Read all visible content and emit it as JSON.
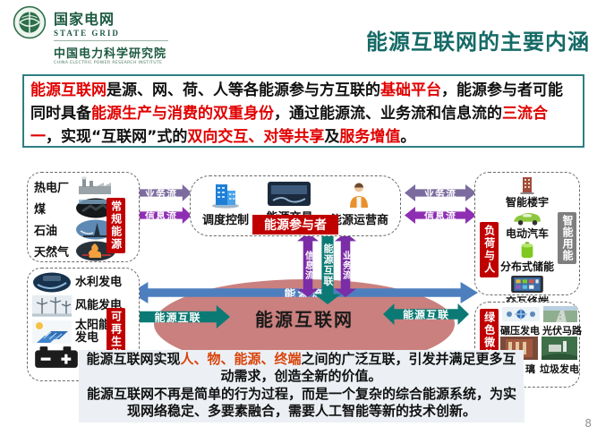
{
  "page": {
    "number": "8"
  },
  "header": {
    "logo": {
      "org_cn": "国家电网",
      "org_en": "STATE GRID",
      "institute_cn": "中国电力科学研究院",
      "institute_en": "CHINA ELECTRIC POWER RESEARCH INSTITUTE"
    },
    "title": "能源互联网的主要内涵"
  },
  "intro": {
    "segments": [
      {
        "t": "能源互联网",
        "red": true
      },
      {
        "t": "是源、网、荷、人等各能源参与方互联的",
        "red": false
      },
      {
        "t": "基础平台",
        "red": true
      },
      {
        "t": "，能源参与者可能同时具备",
        "red": false
      },
      {
        "t": "能源生产与消费的双重身份",
        "red": true
      },
      {
        "t": "，通过能源流、业务流和信息流的",
        "red": false
      },
      {
        "t": "三流合一",
        "red": true
      },
      {
        "t": "，实现“互联网”式的",
        "red": false
      },
      {
        "t": "双向交互、对等共享",
        "red": true
      },
      {
        "t": "及",
        "red": false
      },
      {
        "t": "服务增值",
        "red": true
      },
      {
        "t": "。",
        "red": false
      }
    ]
  },
  "diagram": {
    "hub_label": "能源互联网",
    "flow_energy": "能源流",
    "flow_business": "业务流",
    "flow_info": "信息流",
    "flow_interlink": "能源互联",
    "left_top": {
      "tag": "常规能源",
      "items": [
        "热电厂",
        "煤",
        "石油",
        "天然气"
      ]
    },
    "left_bottom": {
      "tag": "可再生能源",
      "items": [
        "水利发电",
        "风能发电",
        "太阳能发电"
      ]
    },
    "center": {
      "items": [
        "调度控制",
        "能源交易",
        "能源运营商"
      ],
      "banner": "能源参与者"
    },
    "right_top": {
      "tag_left": "负荷与人",
      "tag_right": "智能用能",
      "items": [
        "智能楼宇",
        "电动汽车",
        "分布式储能",
        "交互终端"
      ]
    },
    "right_bottom": {
      "tag": "绿色微能源",
      "items": [
        "碾压发电",
        "光伏马路",
        "璃",
        "垃圾发电"
      ]
    }
  },
  "notes": [
    {
      "segments": [
        {
          "t": "能源互联网实现",
          "red": false
        },
        {
          "t": "人、物、能源、终端",
          "red": true
        },
        {
          "t": "之间的广泛互联，引发并满足更多互动需求，创造全新的价值。",
          "red": false
        }
      ]
    },
    {
      "segments": [
        {
          "t": "能源互联网不再是简单的行为过程，而是一个复杂的综合能源系统，为实现网络稳定、多要素融合，需要人工智能等新的技术创新。",
          "red": false
        }
      ]
    }
  ],
  "colors": {
    "title_teal": "#156a66",
    "logo_green": "#1d5a41",
    "intro_border": "#2f7f82",
    "red_accent": "#c00000",
    "red_text": "#e10000",
    "note_red": "#d9430a",
    "purple_info": "#8e2fb3",
    "purple_business": "#7b6b9e",
    "teal_arrow": "#0b7a74",
    "blue_arrow": "#4d7fbe",
    "hub_rose": "#c9807e",
    "gray_tag": "#7f7f7f",
    "note_bg": "#ecf0f4"
  }
}
